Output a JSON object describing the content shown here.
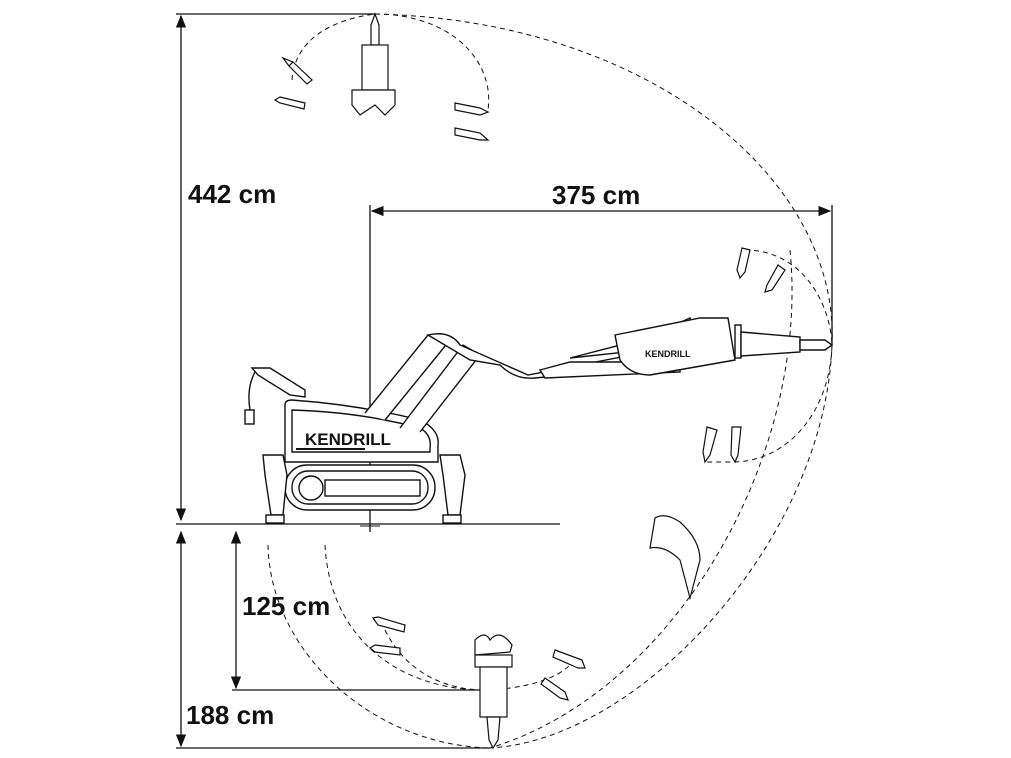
{
  "dimensions": {
    "max_height": "442 cm",
    "max_reach": "375 cm",
    "depth_inner": "125 cm",
    "depth_outer": "188 cm"
  },
  "branding": {
    "body_logo": "KENDRILL",
    "boom_logo": "KENDRILL"
  },
  "colors": {
    "line": "#111111",
    "background": "#ffffff"
  }
}
